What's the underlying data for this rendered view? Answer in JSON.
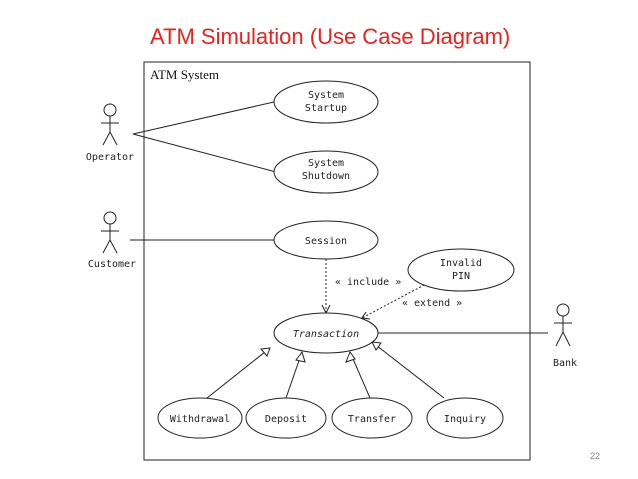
{
  "slide": {
    "title": "ATM Simulation (Use Case Diagram)",
    "page_number": "22"
  },
  "diagram": {
    "system_name": "ATM System",
    "actors": {
      "operator": "Operator",
      "customer": "Customer",
      "bank": "Bank"
    },
    "use_cases": {
      "system_startup": [
        "System",
        "Startup"
      ],
      "system_shutdown": [
        "System",
        "Shutdown"
      ],
      "session": "Session",
      "invalid_pin": [
        "Invalid",
        "PIN"
      ],
      "transaction": "Transaction",
      "withdrawal": "Withdrawal",
      "deposit": "Deposit",
      "transfer": "Transfer",
      "inquiry": "Inquiry"
    },
    "relations": {
      "include": "« include »",
      "extend": "« extend »"
    }
  }
}
